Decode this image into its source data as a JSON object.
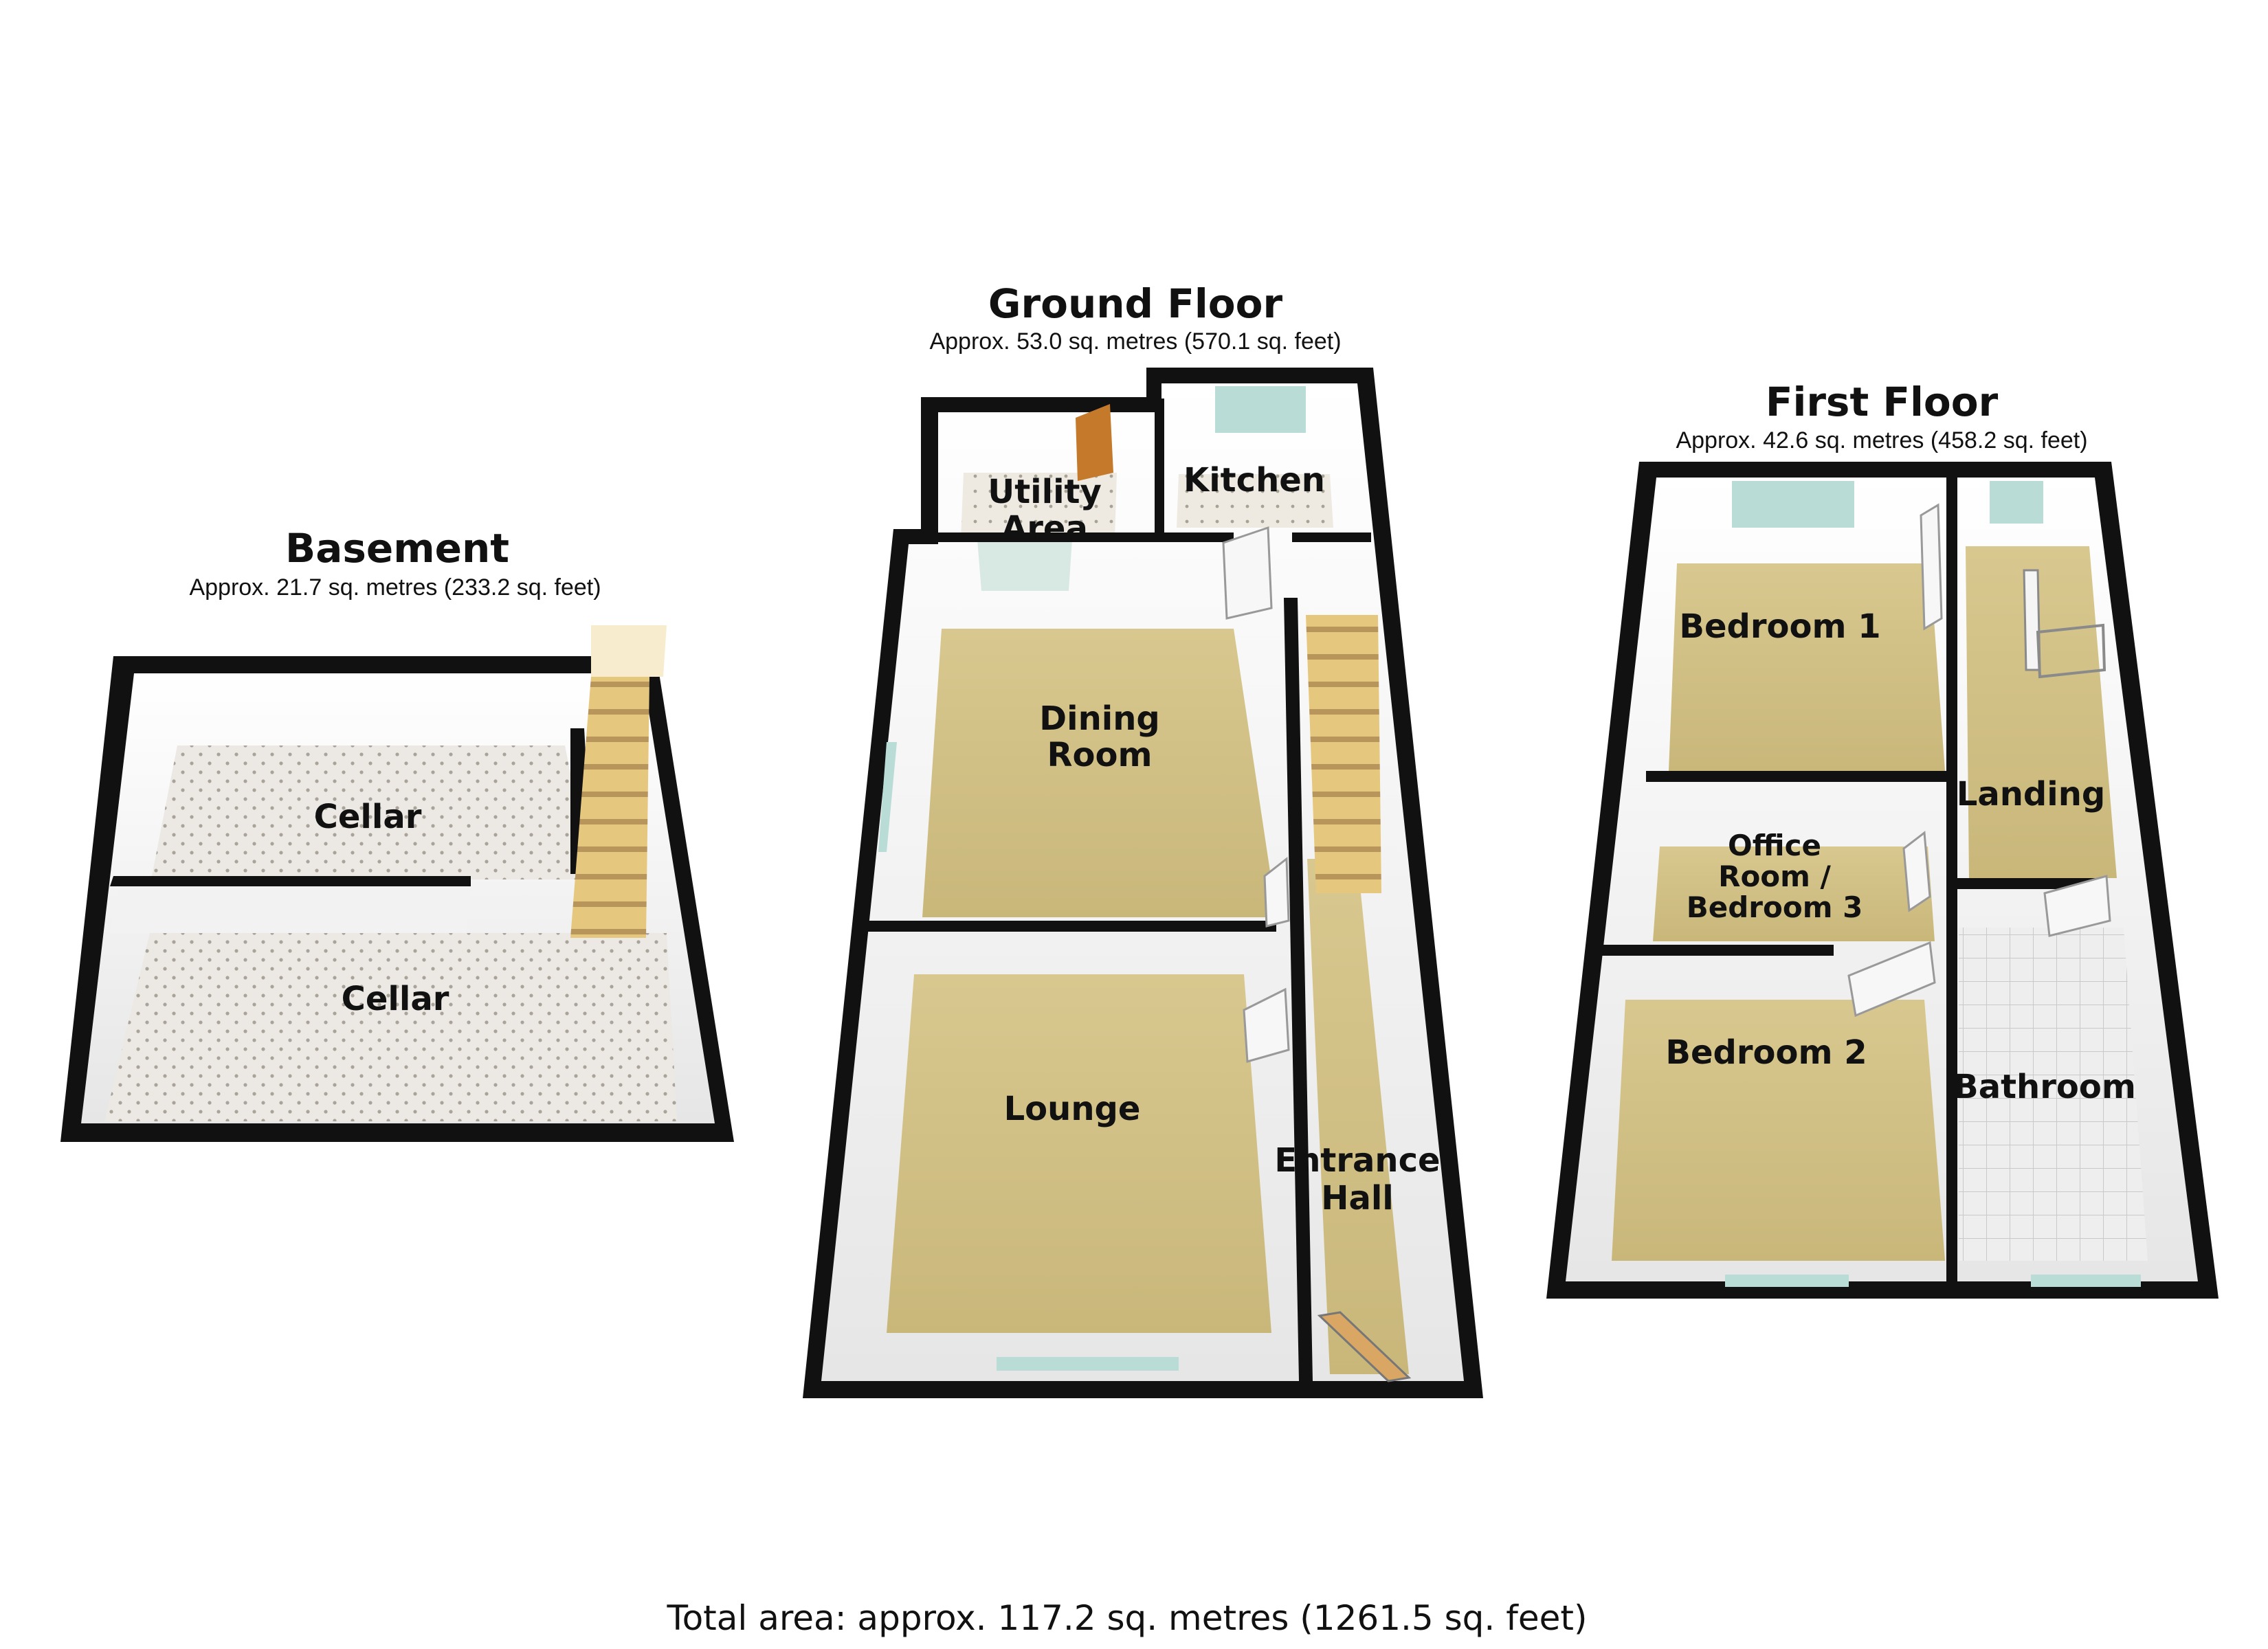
{
  "floors": {
    "basement": {
      "title": "Basement",
      "area": "Approx. 21.7 sq. metres (233.2 sq. feet)",
      "rooms": {
        "cellar_upper": "Cellar",
        "cellar_lower": "Cellar"
      }
    },
    "ground": {
      "title": "Ground Floor",
      "area": "Approx. 53.0 sq. metres (570.1 sq. feet)",
      "rooms": {
        "utility_1": "Utility",
        "utility_2": "Area",
        "kitchen": "Kitchen",
        "dining_1": "Dining",
        "dining_2": "Room",
        "lounge": "Lounge",
        "hall_1": "Entrance",
        "hall_2": "Hall"
      }
    },
    "first": {
      "title": "First Floor",
      "area": "Approx. 42.6 sq. metres (458.2 sq. feet)",
      "rooms": {
        "bedroom1": "Bedroom 1",
        "landing": "Landing",
        "office_1": "Office",
        "office_2": "Room /",
        "office_3": "Bedroom 3",
        "bedroom2": "Bedroom 2",
        "bathroom": "Bathroom"
      }
    }
  },
  "total_area": "Total area: approx. 117.2 sq. metres (1261.5 sq. feet)",
  "colors": {
    "wall": "#111111",
    "carpet": "#d9c88f",
    "tile": "#ece8e2",
    "inner_wall": "#f4f4f4",
    "window": "#b9dcd6",
    "stairs": "#e3c57c",
    "door": "#f7f7f7",
    "wood_door": "#c57a2b"
  }
}
